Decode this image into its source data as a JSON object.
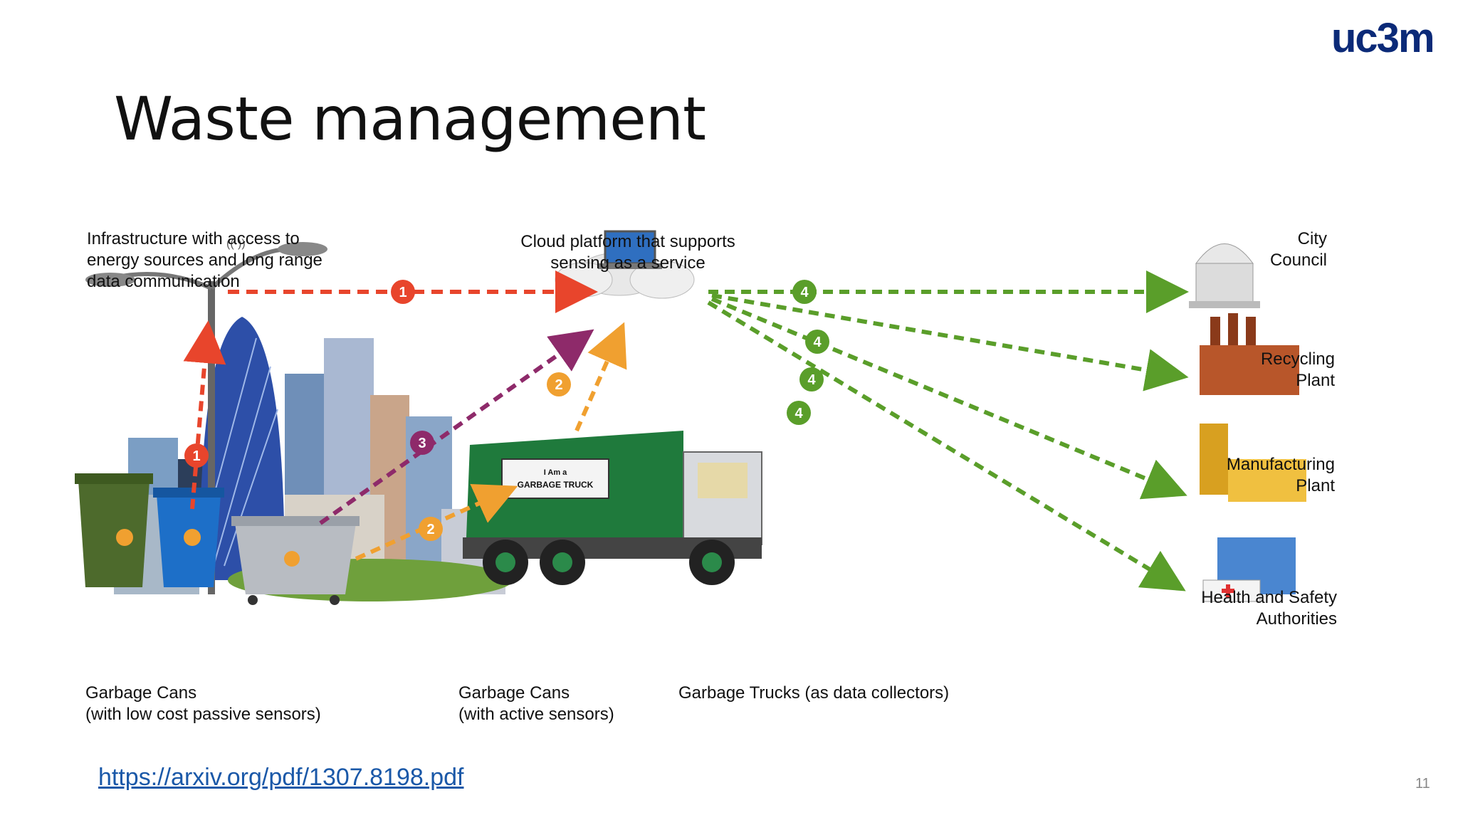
{
  "slide": {
    "logo": "uc3m",
    "title": "Waste management",
    "link": "https://arxiv.org/pdf/1307.8198.pdf",
    "page_number": "11"
  },
  "diagram": {
    "labels": {
      "infrastructure": [
        "Infrastructure with access to",
        "energy sources and long range",
        "data communication"
      ],
      "cloud": [
        "Cloud platform that supports",
        "sensing as a service"
      ],
      "city_council": [
        "City",
        "Council"
      ],
      "recycling_plant": [
        "Recycling",
        "Plant"
      ],
      "manufacturing_plant": [
        "Manufacturing",
        "Plant"
      ],
      "health_safety": [
        "Health and Safety",
        "Authorities"
      ],
      "passive_cans": [
        "Garbage Cans",
        "(with low cost passive sensors)"
      ],
      "active_cans": [
        "Garbage Cans",
        "(with active sensors)"
      ],
      "trucks": "Garbage Trucks (as data collectors)",
      "truck_sign": [
        "I Am a",
        "GARBAGE TRUCK"
      ]
    },
    "step_markers": [
      "1",
      "1",
      "2",
      "2",
      "3",
      "4",
      "4",
      "4",
      "4"
    ],
    "colors": {
      "step1": "#e8452c",
      "step2": "#f0a030",
      "step3": "#8e2a6a",
      "step4": "#5a9e2a"
    }
  }
}
